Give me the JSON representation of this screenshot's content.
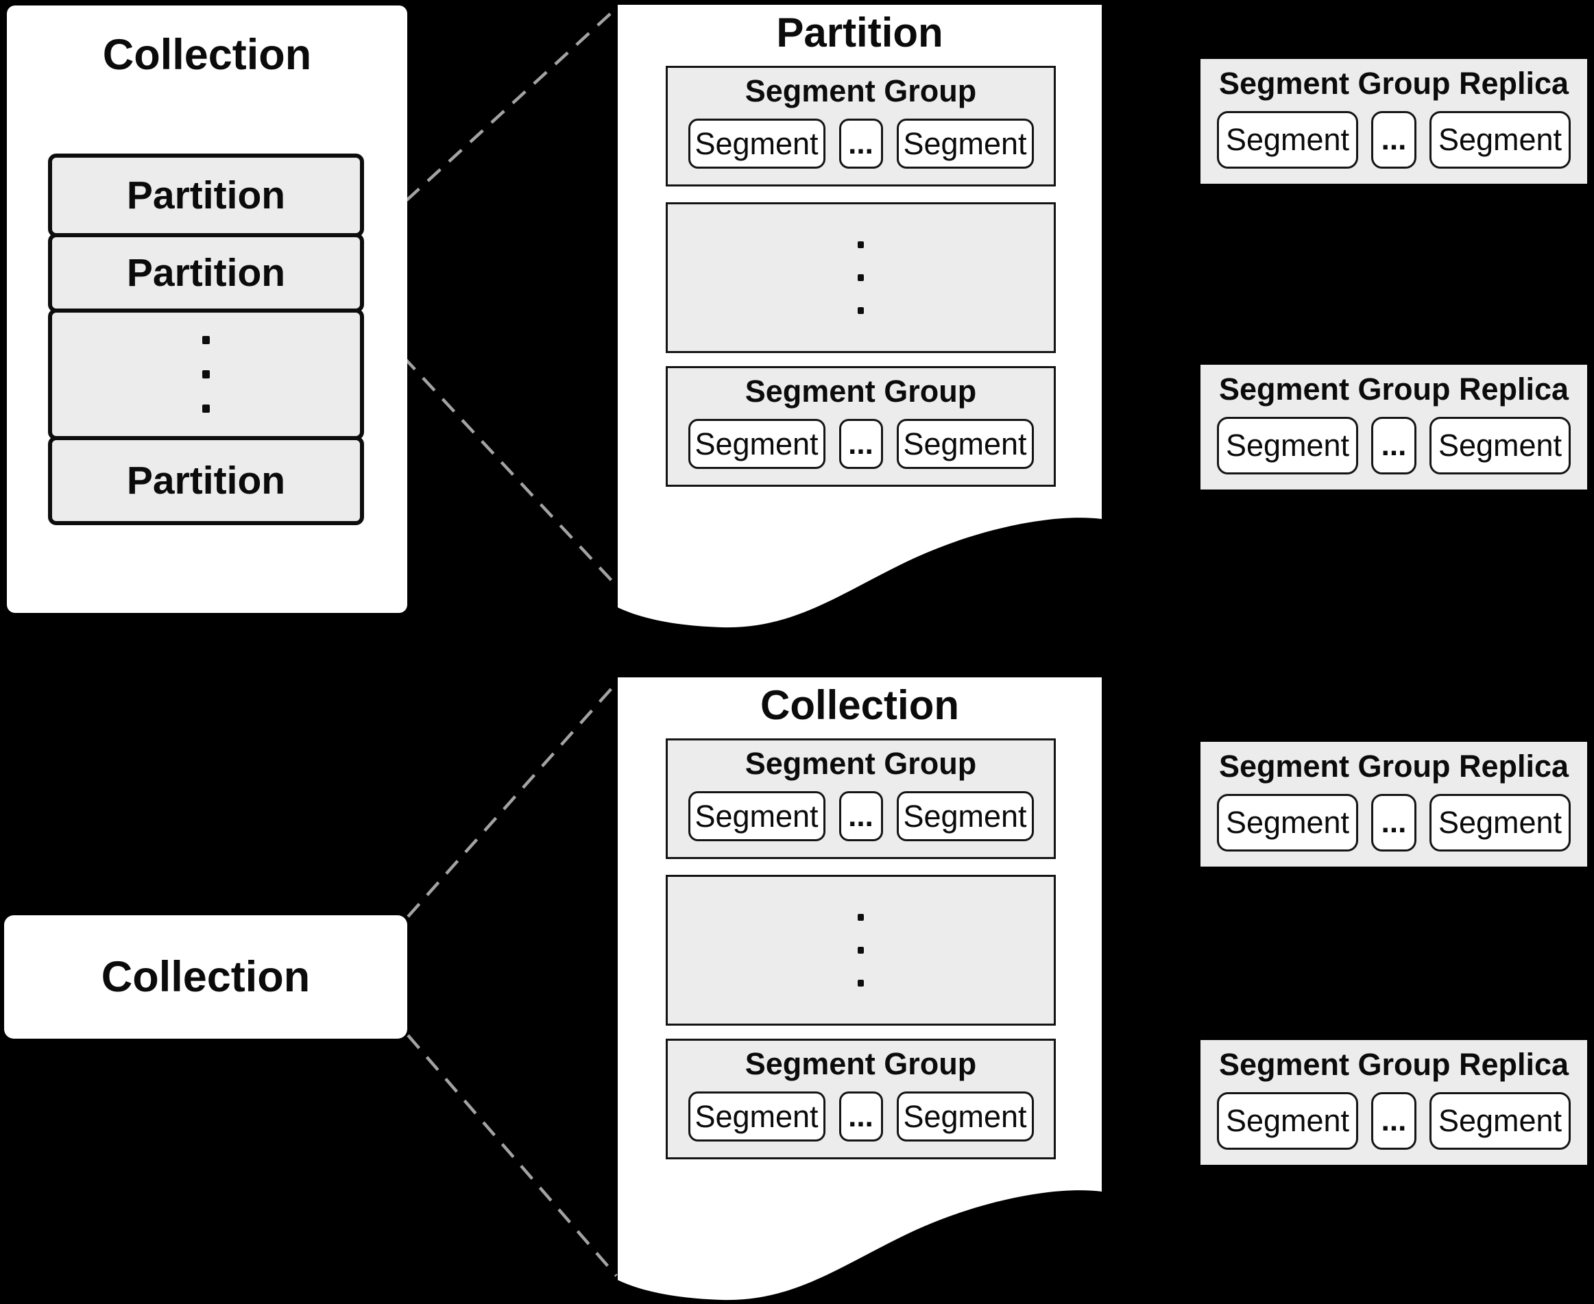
{
  "colors": {
    "background": "#000000",
    "paper": "#ffffff",
    "panel_gray": "#ececec",
    "border_black": "#141414",
    "dashed_line_gray": "#a3a3a3"
  },
  "labels": {
    "segment": "Segment",
    "ellipsis": "..."
  },
  "collection_card": {
    "title": "Collection",
    "partition_rows": [
      "Partition",
      "Partition",
      "Partition"
    ]
  },
  "partition_document": {
    "title": "Partition",
    "segment_groups": [
      "Segment Group",
      "Segment Group"
    ]
  },
  "collection_document": {
    "title": "Collection",
    "segment_groups": [
      "Segment Group",
      "Segment Group"
    ]
  },
  "collection_pill": {
    "title": "Collection"
  },
  "replicas": [
    {
      "title": "Segment Group Replica"
    },
    {
      "title": "Segment Group Replica"
    },
    {
      "title": "Segment Group Replica"
    },
    {
      "title": "Segment Group Replica"
    }
  ]
}
